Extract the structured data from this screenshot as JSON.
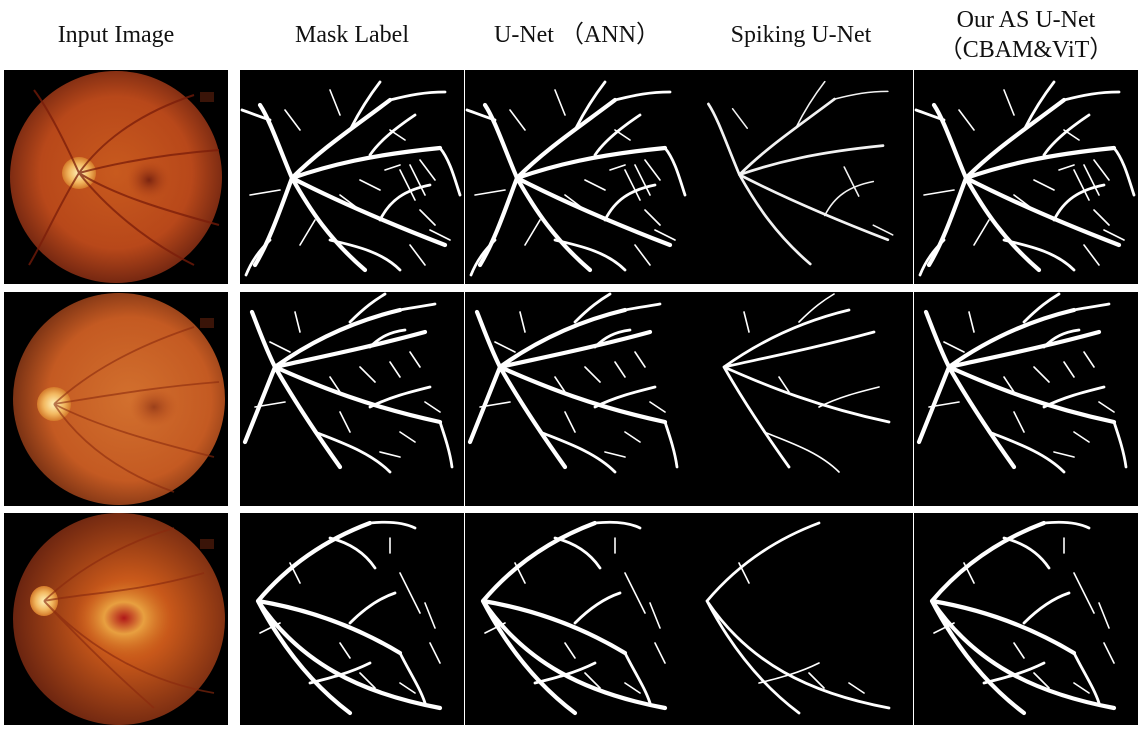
{
  "headers": {
    "col0": "Input Image",
    "col1": "Mask Label",
    "col2_line1": "U-Net （ANN）",
    "col3": "Spiking U-Net",
    "col4_line1": "Our AS U-Net",
    "col4_line2": "（CBAM&ViT）"
  },
  "colors": {
    "background": "#ffffff",
    "mask_background": "#000000",
    "vessel": "#ffffff",
    "fundus_orange": "#c2541b",
    "optic_disc": "#f3c36b"
  }
}
